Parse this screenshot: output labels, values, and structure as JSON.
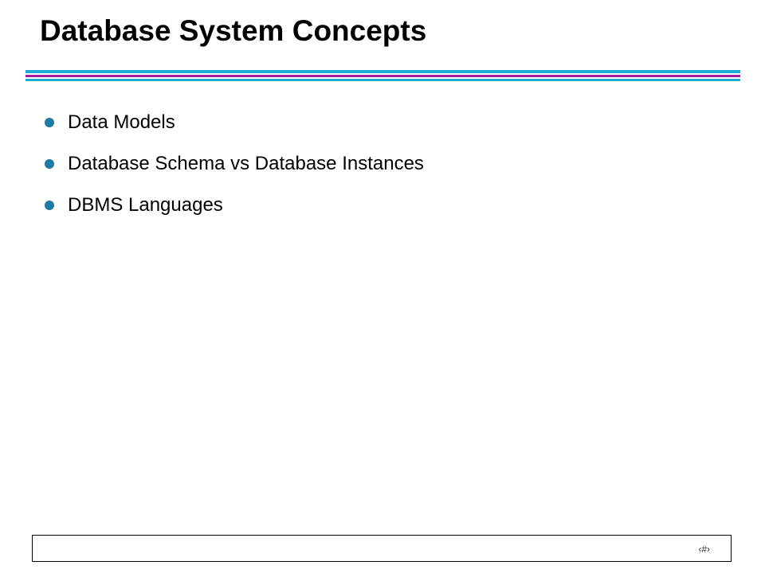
{
  "slide": {
    "title": "Database System Concepts",
    "bullets": [
      "Data Models",
      "Database Schema vs Database Instances",
      "DBMS Languages"
    ],
    "page_number": "‹#›"
  },
  "colors": {
    "rule_cyan": "#1ea9d8",
    "rule_magenta": "#9e1d9a",
    "bullet": "#1b7aa6"
  },
  "icons": {
    "bullet": "bullet-dot-icon"
  }
}
